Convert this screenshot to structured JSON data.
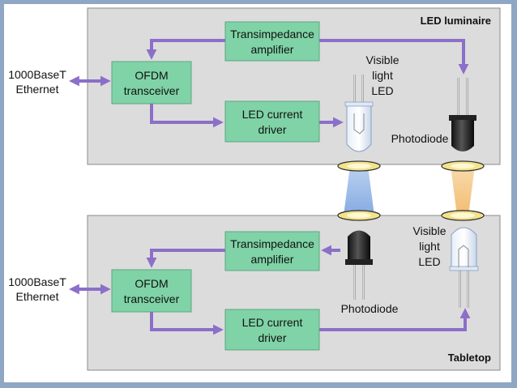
{
  "top_panel": {
    "title": "LED luminaire",
    "transimpedance": [
      "Transimpedance",
      "amplifier"
    ],
    "ofdm": [
      "OFDM",
      "transceiver"
    ],
    "led_driver": [
      "LED current",
      "driver"
    ],
    "ethernet": [
      "1000BaseT",
      "Ethernet"
    ],
    "led_label": [
      "Visible",
      "light",
      "LED"
    ],
    "photodiode_label": "Photodiode"
  },
  "bottom_panel": {
    "title": "Tabletop",
    "transimpedance": [
      "Transimpedance",
      "amplifier"
    ],
    "ofdm": [
      "OFDM",
      "transceiver"
    ],
    "led_driver": [
      "LED current",
      "driver"
    ],
    "ethernet": [
      "1000BaseT",
      "Ethernet"
    ],
    "led_label": [
      "Visible",
      "light",
      "LED"
    ],
    "photodiode_label": "Photodiode"
  },
  "colors": {
    "panel_fill": "#dcdcdc",
    "box_fill": "#7fd3a6",
    "arrow": "#8b6fc8",
    "frame": "#8fa7c4",
    "blue_beam": "#8fb4e8",
    "orange_beam": "#f5c98a"
  }
}
